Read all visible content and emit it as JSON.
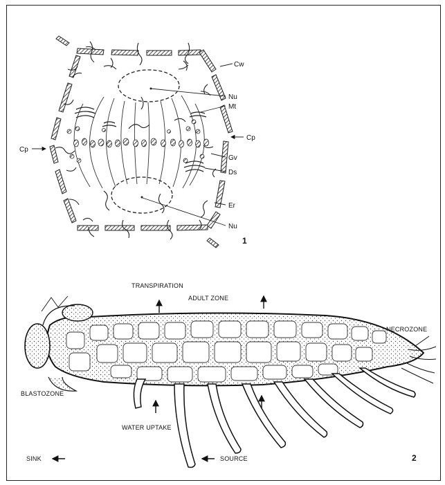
{
  "figure1": {
    "labels": {
      "cw": "Cw",
      "nu_top": "Nu",
      "mt": "Mt",
      "cp_right": "Cp",
      "gv": "Gv",
      "ds": "Ds",
      "er": "Er",
      "nu_bottom": "Nu",
      "cp_left": "Cp"
    },
    "number": "1"
  },
  "figure2": {
    "labels": {
      "transpiration": "TRANSPIRATION",
      "adult_zone": "ADULT ZONE",
      "necrozone": "NECROZONE",
      "blastozone": "BLASTOZONE",
      "water_uptake": "WATER UPTAKE",
      "sink": "SINK",
      "source": "SOURCE"
    },
    "number": "2"
  }
}
